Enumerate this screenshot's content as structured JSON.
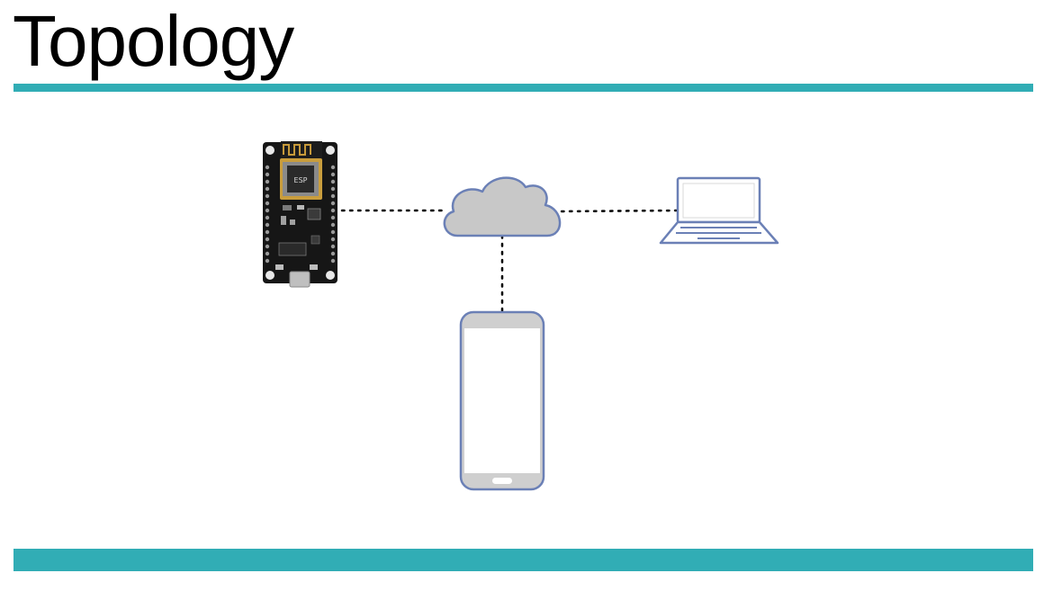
{
  "slide": {
    "title": "Topology",
    "accent_color": "#31adb5"
  },
  "diagram": {
    "nodes": [
      {
        "id": "nodemcu-board",
        "icon": "microcontroller-board-icon"
      },
      {
        "id": "cloud",
        "icon": "cloud-icon"
      },
      {
        "id": "laptop",
        "icon": "laptop-icon"
      },
      {
        "id": "smartphone",
        "icon": "smartphone-icon"
      }
    ],
    "links": [
      {
        "from": "nodemcu-board",
        "to": "cloud",
        "style": "dotted"
      },
      {
        "from": "cloud",
        "to": "laptop",
        "style": "dotted"
      },
      {
        "from": "cloud",
        "to": "smartphone",
        "style": "dotted"
      }
    ],
    "colors": {
      "device_outline": "#6b80b6",
      "cloud_fill": "#c8c8c8",
      "phone_bezel": "#cfcfcf",
      "board": "#161616"
    }
  }
}
